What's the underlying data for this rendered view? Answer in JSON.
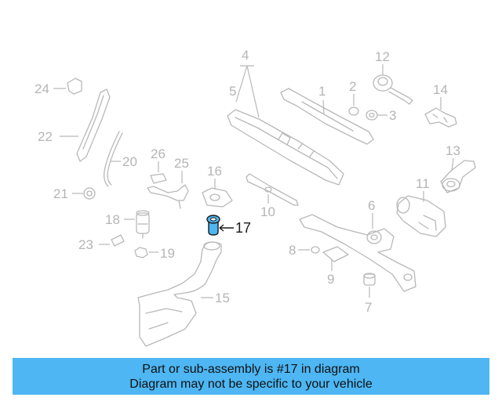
{
  "diagram": {
    "callouts": [
      {
        "key": "c1",
        "text": "1"
      },
      {
        "key": "c2",
        "text": "2"
      },
      {
        "key": "c3",
        "text": "3"
      },
      {
        "key": "c4",
        "text": "4"
      },
      {
        "key": "c5",
        "text": "5"
      },
      {
        "key": "c6",
        "text": "6"
      },
      {
        "key": "c7",
        "text": "7"
      },
      {
        "key": "c8",
        "text": "8"
      },
      {
        "key": "c9",
        "text": "9"
      },
      {
        "key": "c10",
        "text": "10"
      },
      {
        "key": "c11",
        "text": "11"
      },
      {
        "key": "c12",
        "text": "12"
      },
      {
        "key": "c13",
        "text": "13"
      },
      {
        "key": "c14",
        "text": "14"
      },
      {
        "key": "c15",
        "text": "15"
      },
      {
        "key": "c16",
        "text": "16"
      },
      {
        "key": "c17",
        "text": "17"
      },
      {
        "key": "c18",
        "text": "18"
      },
      {
        "key": "c19",
        "text": "19"
      },
      {
        "key": "c20",
        "text": "20"
      },
      {
        "key": "c21",
        "text": "21"
      },
      {
        "key": "c22",
        "text": "22"
      },
      {
        "key": "c23",
        "text": "23"
      },
      {
        "key": "c24",
        "text": "24"
      },
      {
        "key": "c25",
        "text": "25"
      },
      {
        "key": "c26",
        "text": "26"
      }
    ],
    "highlighted_part": "17",
    "colors": {
      "line_art": "#b8b8b8",
      "highlight_fill": "#4db6f3",
      "highlight_text": "#1a1a1a"
    }
  },
  "banner": {
    "line1": "Part or sub-assembly is #17 in diagram",
    "line2": "Diagram may not be specific to your vehicle",
    "background": "#4db6f3"
  }
}
